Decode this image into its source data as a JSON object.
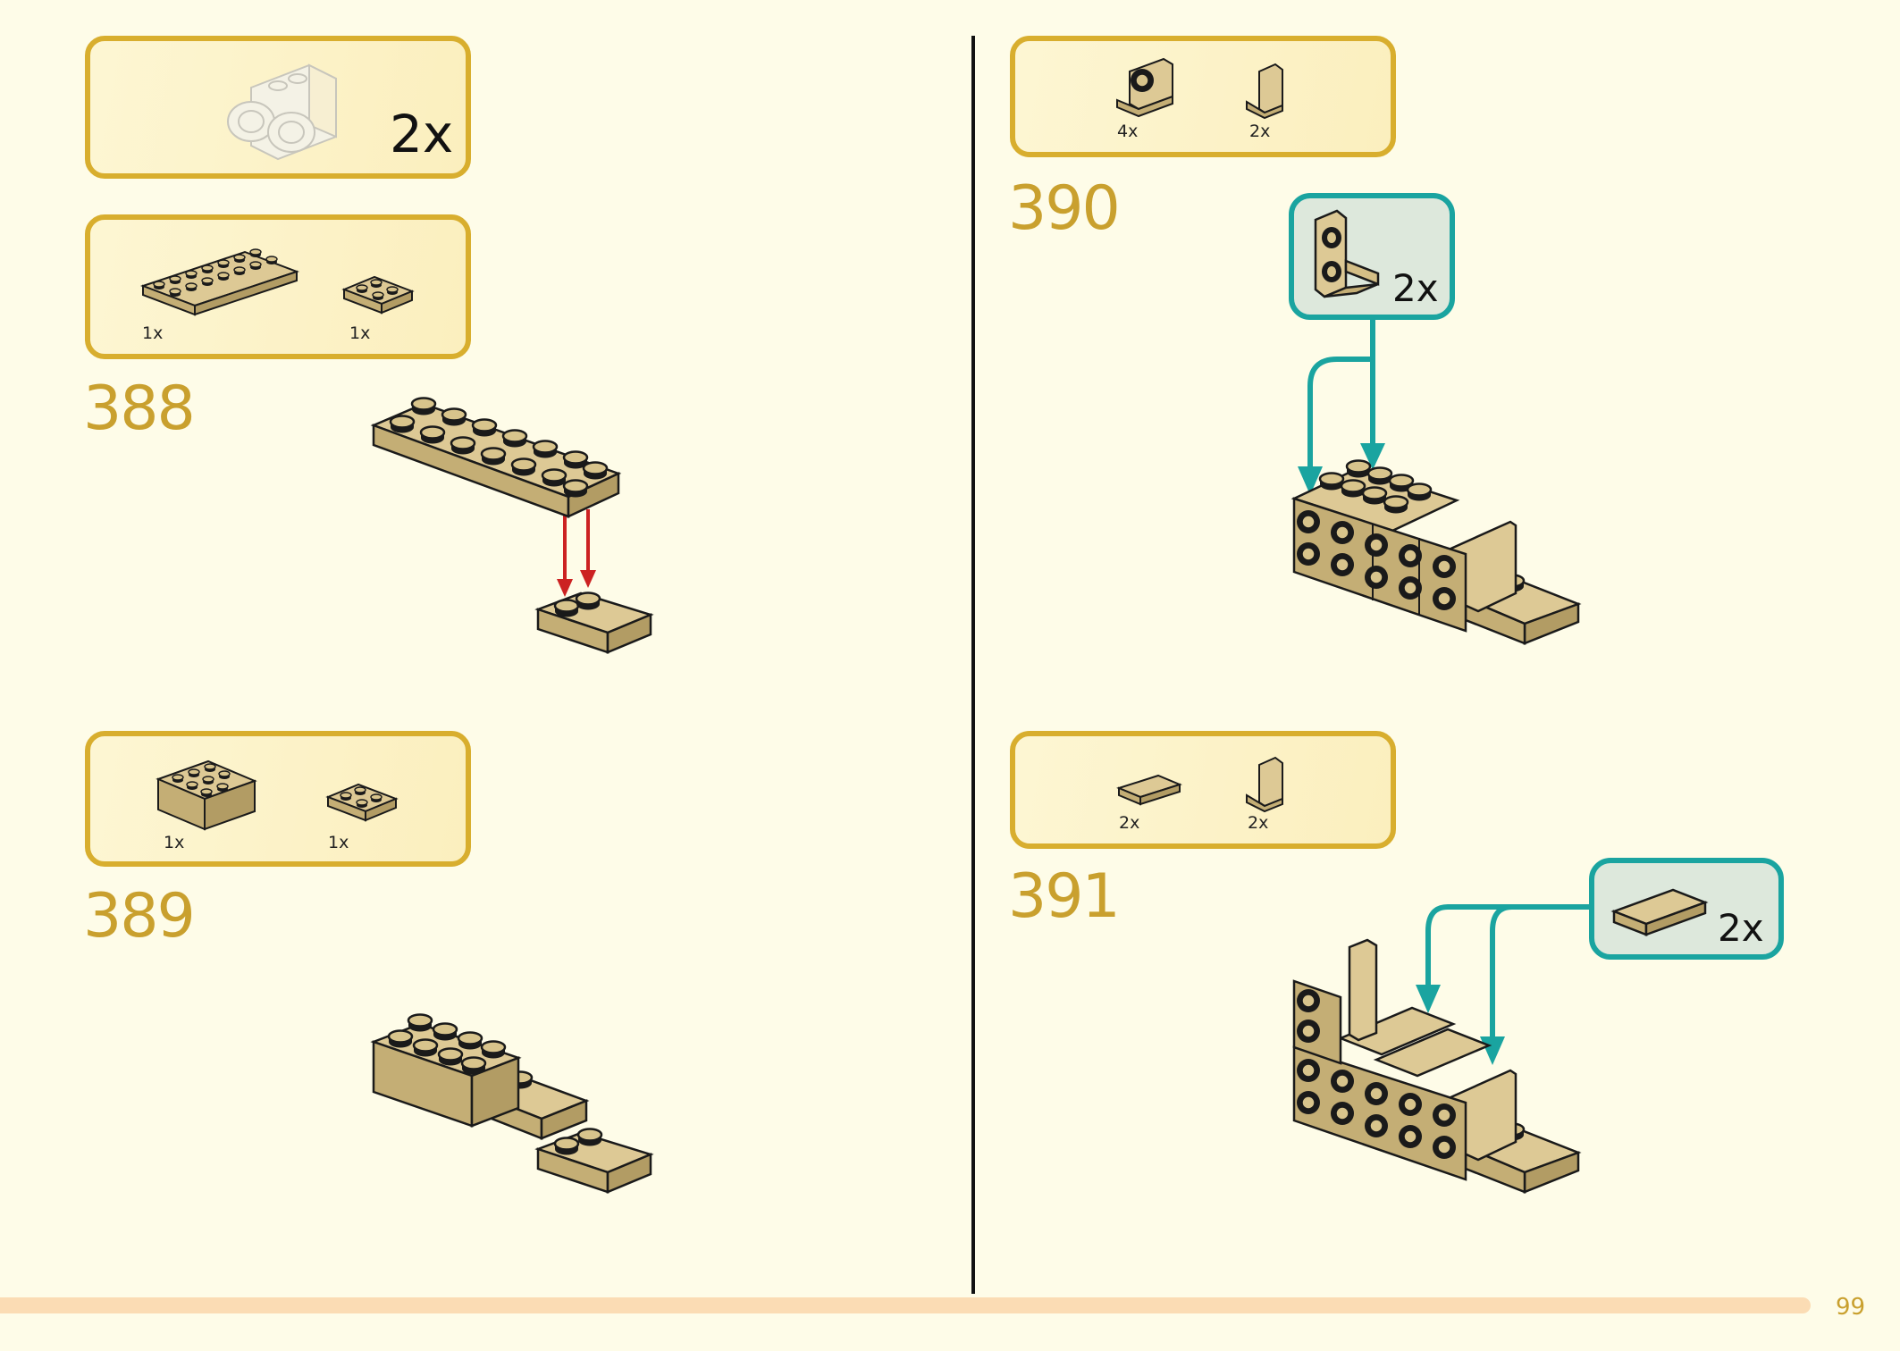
{
  "top_left_callout": {
    "quantity": "2x"
  },
  "step_388": {
    "number": "388",
    "parts": [
      {
        "name": "plate-2x8",
        "quantity": "1x"
      },
      {
        "name": "plate-2x2",
        "quantity": "1x"
      }
    ]
  },
  "step_389": {
    "number": "389",
    "parts": [
      {
        "name": "brick-2x4",
        "quantity": "1x"
      },
      {
        "name": "plate-2x2",
        "quantity": "1x"
      }
    ]
  },
  "step_390": {
    "number": "390",
    "parts": [
      {
        "name": "bracket-2x2",
        "quantity": "4x"
      },
      {
        "name": "bracket-1x2",
        "quantity": "2x"
      }
    ],
    "callout_quantity": "2x"
  },
  "step_391": {
    "number": "391",
    "parts": [
      {
        "name": "tile-1x2",
        "quantity": "2x"
      },
      {
        "name": "bracket-1x2",
        "quantity": "2x"
      }
    ],
    "callout_quantity": "2x"
  },
  "page_number": "99",
  "colors": {
    "background": "#fefce8",
    "gold": "#d8ae2e",
    "step_number": "#c9a02e",
    "tan": "#d8c48c",
    "teal": "#1aa4a0",
    "red_arrow": "#cc2222",
    "bar": "#fbdcb4"
  }
}
